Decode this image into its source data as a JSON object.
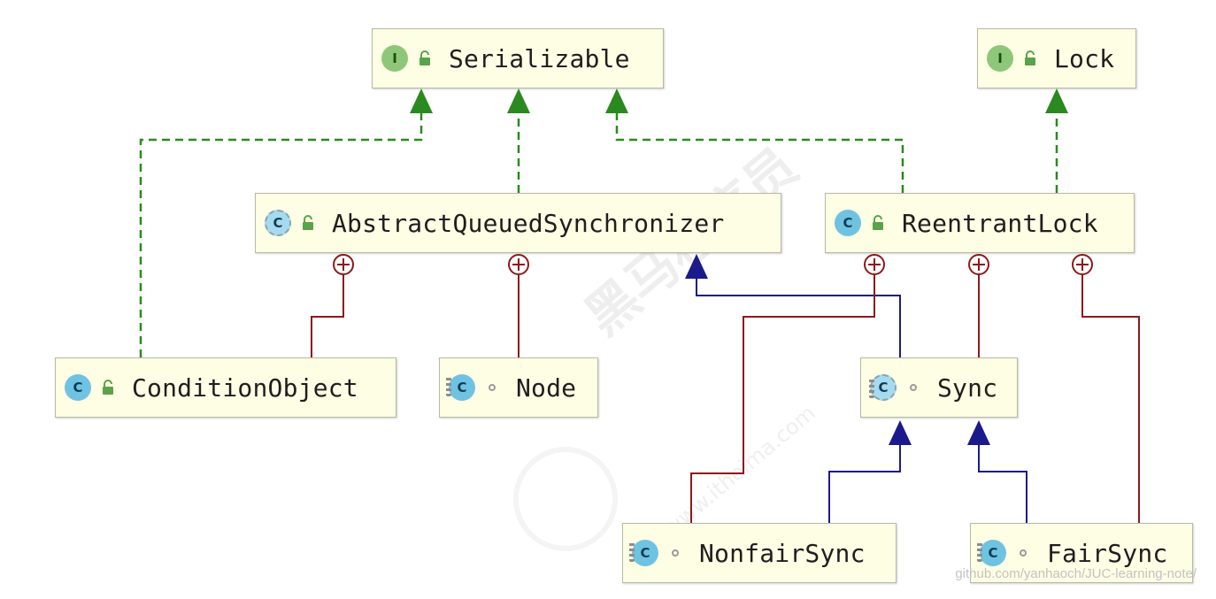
{
  "diagram": {
    "nodes": {
      "serializable": {
        "kind": "interface",
        "kind_letter": "I",
        "visibility": "public",
        "label": "Serializable"
      },
      "lock": {
        "kind": "interface",
        "kind_letter": "I",
        "visibility": "public",
        "label": "Lock"
      },
      "aqs": {
        "kind": "abstract-class",
        "kind_letter": "C",
        "visibility": "public",
        "label": "AbstractQueuedSynchronizer"
      },
      "reentrant_lock": {
        "kind": "class",
        "kind_letter": "C",
        "visibility": "public",
        "label": "ReentrantLock"
      },
      "condition_object": {
        "kind": "class",
        "kind_letter": "C",
        "visibility": "public",
        "label": "ConditionObject"
      },
      "node": {
        "kind": "static-class",
        "kind_letter": "C",
        "visibility": "package",
        "label": "Node"
      },
      "sync": {
        "kind": "static-abstract-class",
        "kind_letter": "C",
        "visibility": "package",
        "label": "Sync"
      },
      "nonfair_sync": {
        "kind": "static-class",
        "kind_letter": "C",
        "visibility": "package",
        "label": "NonfairSync"
      },
      "fair_sync": {
        "kind": "static-class",
        "kind_letter": "C",
        "visibility": "package",
        "label": "FairSync"
      }
    },
    "edges": [
      {
        "from": "condition_object",
        "to": "serializable",
        "type": "implements"
      },
      {
        "from": "aqs",
        "to": "serializable",
        "type": "implements"
      },
      {
        "from": "reentrant_lock",
        "to": "serializable",
        "type": "implements"
      },
      {
        "from": "reentrant_lock",
        "to": "lock",
        "type": "implements"
      },
      {
        "from": "condition_object",
        "to": "aqs",
        "type": "inner-class"
      },
      {
        "from": "node",
        "to": "aqs",
        "type": "inner-class"
      },
      {
        "from": "sync",
        "to": "aqs",
        "type": "extends"
      },
      {
        "from": "nonfair_sync",
        "to": "reentrant_lock",
        "type": "inner-class"
      },
      {
        "from": "sync",
        "to": "reentrant_lock",
        "type": "inner-class"
      },
      {
        "from": "fair_sync",
        "to": "reentrant_lock",
        "type": "inner-class"
      },
      {
        "from": "nonfair_sync",
        "to": "sync",
        "type": "extends"
      },
      {
        "from": "fair_sync",
        "to": "sync",
        "type": "extends"
      }
    ],
    "colors": {
      "implements": "#2a8a1f",
      "extends": "#1a1a8c",
      "inner_class": "#8b1a1a",
      "node_fill": "#fefee4",
      "interface_badge": "#8fc77a",
      "class_badge": "#6fc3e2"
    }
  },
  "watermark": {
    "text": "黑马程序员",
    "url": "www.itheima.com"
  },
  "credit": "github.com/yanhaoch/JUC-learning-note/"
}
